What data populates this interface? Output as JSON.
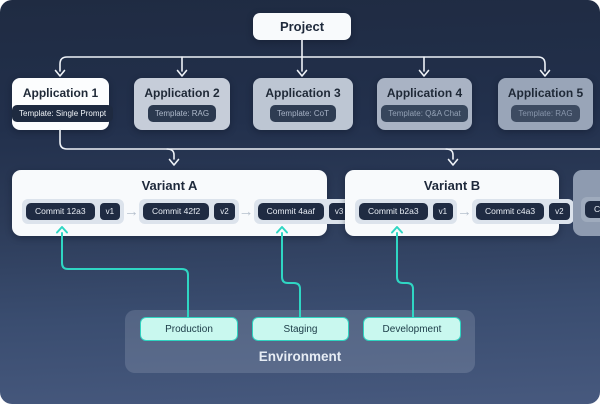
{
  "colors": {
    "accent_teal": "#2fd6c3",
    "connector_white": "#eef2f7",
    "dark_navy": "#1f2b42",
    "env_button_fill": "#c9f8ef",
    "env_button_border": "#2ed3c0"
  },
  "icons": {
    "commit_flow_arrow": "→"
  },
  "project": {
    "label": "Project"
  },
  "applications": [
    {
      "label": "Application 1",
      "template": "Template: Single Prompt"
    },
    {
      "label": "Application 2",
      "template": "Template: RAG"
    },
    {
      "label": "Application 3",
      "template": "Template: CoT"
    },
    {
      "label": "Application 4",
      "template": "Template: Q&A Chat"
    },
    {
      "label": "Application 5",
      "template": "Template: RAG"
    }
  ],
  "variants": [
    {
      "title": "Variant A",
      "commits": [
        {
          "label": "Commit 12a3",
          "version": "v1"
        },
        {
          "label": "Commit 42f2",
          "version": "v2"
        },
        {
          "label": "Commit 4aaf",
          "version": "v3"
        }
      ]
    },
    {
      "title": "Variant B",
      "commits": [
        {
          "label": "Commit b2a3",
          "version": "v1"
        },
        {
          "label": "Commit c4a3",
          "version": "v2"
        }
      ]
    },
    {
      "title": "",
      "commits": [
        {
          "label": "Commit",
          "version": ""
        }
      ]
    }
  ],
  "environment": {
    "title": "Environment",
    "buttons": [
      {
        "label": "Production"
      },
      {
        "label": "Staging"
      },
      {
        "label": "Development"
      }
    ]
  }
}
